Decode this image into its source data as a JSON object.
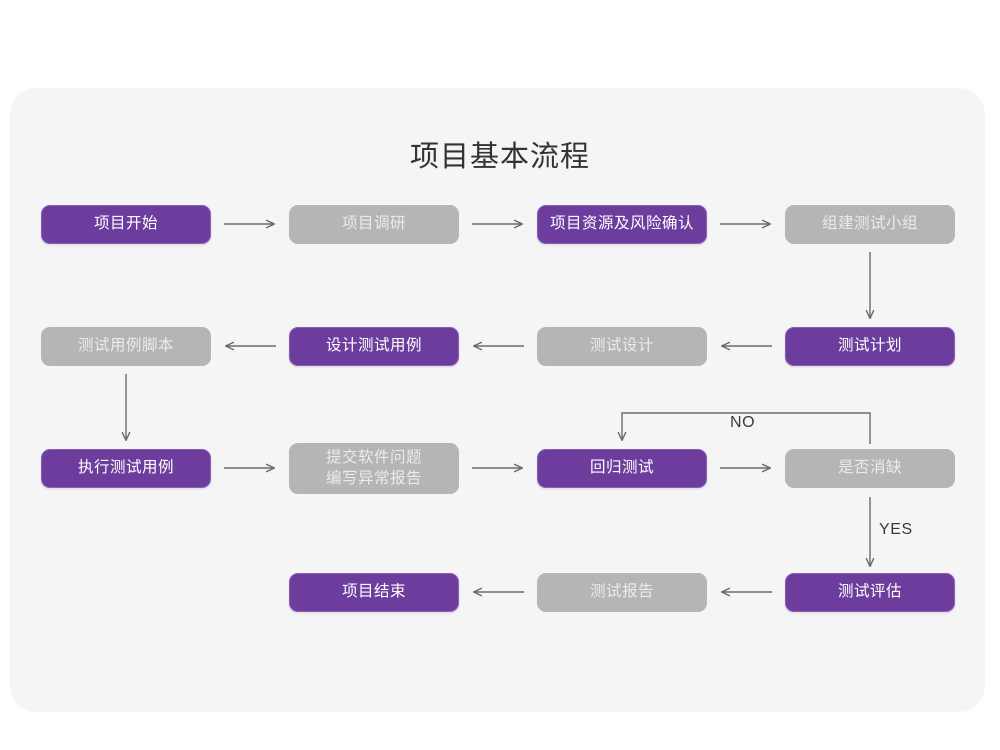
{
  "page": {
    "background": "#ffffff",
    "card_background": "#f5f5f6"
  },
  "title": "项目基本流程",
  "palette": {
    "purple": "#6d3d9e",
    "purple_border": "#8a5fb3",
    "gray": "#b5b5b5",
    "gray_text": "#eceaee",
    "connector": "#6b6b6b",
    "title_text": "#333333"
  },
  "diagram": {
    "type": "flowchart",
    "rows": [
      {
        "id": "row-1",
        "direction": "left-to-right",
        "nodes": [
          {
            "id": "n1",
            "label": "项目开始",
            "style": "purple"
          },
          {
            "id": "n2",
            "label": "项目调研",
            "style": "gray"
          },
          {
            "id": "n3",
            "label": "项目资源及风险确认",
            "style": "purple"
          },
          {
            "id": "n4",
            "label": "组建测试小组",
            "style": "gray"
          }
        ]
      },
      {
        "id": "row-2",
        "direction": "right-to-left",
        "nodes": [
          {
            "id": "n5",
            "label": "测试用例脚本",
            "style": "gray"
          },
          {
            "id": "n6",
            "label": "设计测试用例",
            "style": "purple"
          },
          {
            "id": "n7",
            "label": "测试设计",
            "style": "gray"
          },
          {
            "id": "n8",
            "label": "测试计划",
            "style": "purple"
          }
        ]
      },
      {
        "id": "row-3",
        "direction": "left-to-right",
        "nodes": [
          {
            "id": "n9",
            "label": "执行测试用例",
            "style": "purple"
          },
          {
            "id": "n10",
            "label_line1": "提交软件问题",
            "label_line2": "编写异常报告",
            "style": "gray"
          },
          {
            "id": "n11",
            "label": "回归测试",
            "style": "purple"
          },
          {
            "id": "n12",
            "label": "是否消缺",
            "style": "gray"
          }
        ]
      },
      {
        "id": "row-4",
        "direction": "right-to-left",
        "nodes": [
          {
            "id": "n13",
            "label": "项目结束",
            "style": "purple"
          },
          {
            "id": "n14",
            "label": "测试报告",
            "style": "gray"
          },
          {
            "id": "n15",
            "label": "测试评估",
            "style": "purple"
          }
        ]
      }
    ],
    "edge_labels": [
      {
        "id": "edge-no",
        "text": "NO",
        "from": "是否消缺",
        "to": "回归测试"
      },
      {
        "id": "edge-yes",
        "text": "YES",
        "from": "是否消缺",
        "to": "测试评估"
      }
    ]
  }
}
